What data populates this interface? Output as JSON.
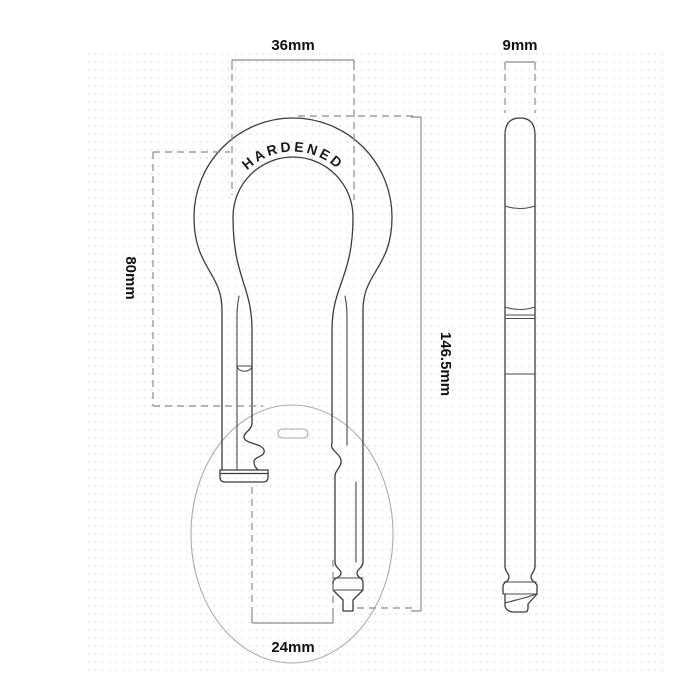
{
  "drawing": {
    "type": "technical-dimension-drawing",
    "subject": "hardened padlock shackle, front and side views",
    "engraving": "HARDENED",
    "dimensions": {
      "top_inner_width": "36mm",
      "shackle_diameter": "9mm",
      "left_leg_height": "80mm",
      "overall_height": "146.5mm",
      "inner_leg_gap": "24mm"
    },
    "colors": {
      "outline": "#3c3c3c",
      "dimension_lines": "#8c8c8c",
      "ghost_body": "#ababab",
      "label_text": "#111111",
      "background": "#ffffff"
    }
  }
}
